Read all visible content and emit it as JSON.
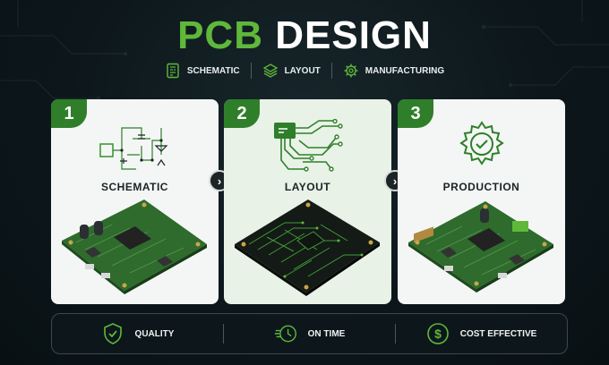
{
  "title": {
    "part1": "PCB",
    "part2": "DESIGN"
  },
  "tagline": [
    {
      "label": "SCHEMATIC",
      "icon": "schematic-doc-icon"
    },
    {
      "label": "LAYOUT",
      "icon": "layers-icon"
    },
    {
      "label": "MANUFACTURING",
      "icon": "gear-icon"
    }
  ],
  "steps": [
    {
      "number": "1",
      "label": "SCHEMATIC",
      "icon": "circuit-schematic-icon"
    },
    {
      "number": "2",
      "label": "LAYOUT",
      "icon": "pcb-traces-icon"
    },
    {
      "number": "3",
      "label": "PRODUCTION",
      "icon": "gear-check-icon"
    }
  ],
  "footer": [
    {
      "label": "QUALITY",
      "icon": "shield-check-icon"
    },
    {
      "label": "ON TIME",
      "icon": "fast-clock-icon"
    },
    {
      "label": "COST EFFECTIVE",
      "icon": "dollar-coin-icon"
    }
  ],
  "colors": {
    "accent": "#5fb83a",
    "badge": "#2f7f2a",
    "background": "#0b1418",
    "pcb_green": "#2e6b2c"
  }
}
